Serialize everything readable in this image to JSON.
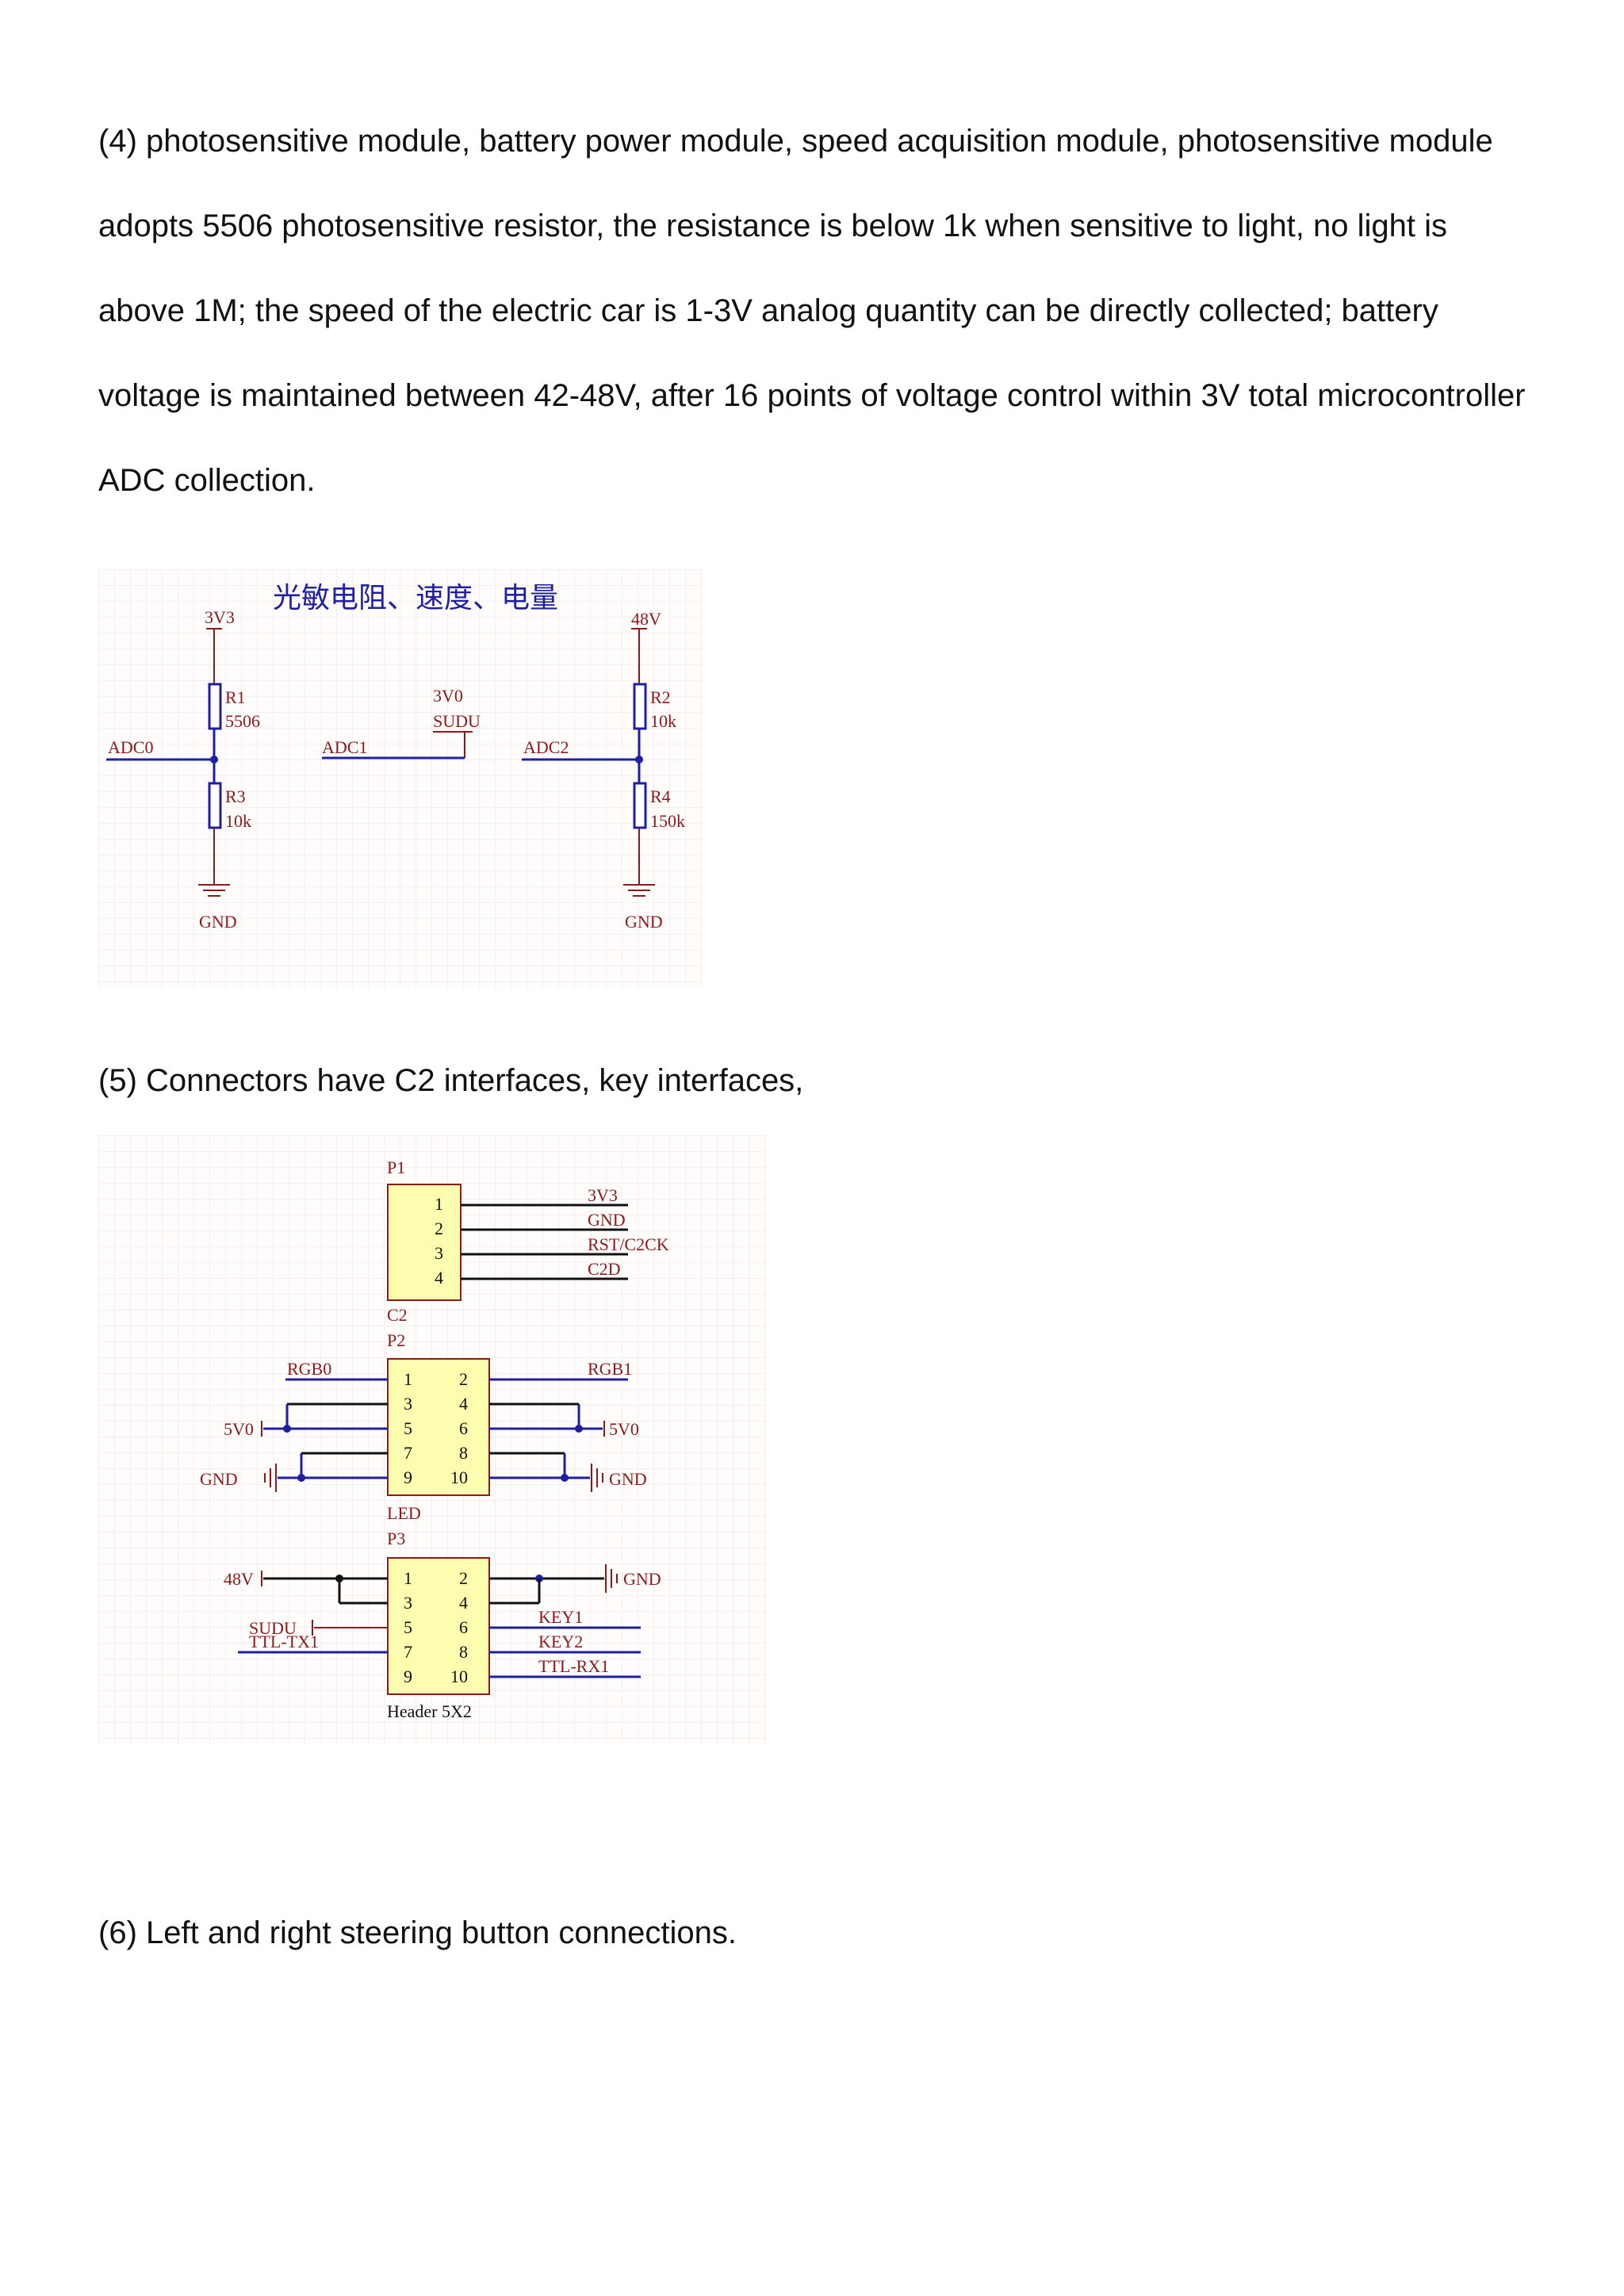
{
  "paragraphs": {
    "p4": "(4) photosensitive module, battery power module, speed acquisition module, photosensitive module adopts 5506 photosensitive resistor, the resistance is below 1k when sensitive to light, no light is above 1M; the speed of the electric car is 1-3V analog quantity can be directly collected; battery voltage is maintained between 42-48V, after 16 points of voltage control within 3V total microcontroller ADC collection.",
    "p5": "(5) Connectors have C2 interfaces, key interfaces,",
    "p6": "(6) Left and right steering button connections."
  },
  "schematic1": {
    "title": "光敏电阻、速度、电量",
    "net_3v3": "3V3",
    "r1_ref": "R1",
    "r1_val": "5506",
    "adc0": "ADC0",
    "r3_ref": "R3",
    "r3_val": "10k",
    "gnd_left": "GND",
    "v3v0": "3V0",
    "sudu": "SUDU",
    "adc1": "ADC1",
    "adc2": "ADC2",
    "net_48v": "48V",
    "r2_ref": "R2",
    "r2_val": "10k",
    "r4_ref": "R4",
    "r4_val": "150k",
    "gnd_right": "GND"
  },
  "schematic2": {
    "p1": {
      "ref": "P1",
      "name": "C2",
      "pins": [
        "1",
        "2",
        "3",
        "4"
      ],
      "nets": [
        "3V3",
        "GND",
        "RST/C2CK",
        "C2D"
      ]
    },
    "p2": {
      "ref": "P2",
      "name": "LED",
      "pins": [
        "1",
        "2",
        "3",
        "4",
        "5",
        "6",
        "7",
        "8",
        "9",
        "10"
      ],
      "net_rgb0": "RGB0",
      "net_rgb1": "RGB1",
      "net_5v0_left": "5V0",
      "net_5v0_right": "5V0",
      "net_gnd_left": "GND",
      "net_gnd_right": "GND"
    },
    "p3": {
      "ref": "P3",
      "name": "Header 5X2",
      "pins": [
        "1",
        "2",
        "3",
        "4",
        "5",
        "6",
        "7",
        "8",
        "9",
        "10"
      ],
      "net_48v": "48V",
      "net_gnd": "GND",
      "net_sudu": "SUDU",
      "net_ttl_tx1": "TTL-TX1",
      "net_key1": "KEY1",
      "net_key2": "KEY2",
      "net_ttl_rx1": "TTL-RX1"
    }
  },
  "colors": {
    "wire": "#1f1fa3",
    "label": "#8b1a1a",
    "body_fill": "#fdfdb0",
    "body_stroke": "#8b1a1a",
    "resistor_stroke": "#1f1fa3",
    "grid": "#ecdcdc",
    "grid_bg": "#fffcfc",
    "text": "#111111"
  }
}
